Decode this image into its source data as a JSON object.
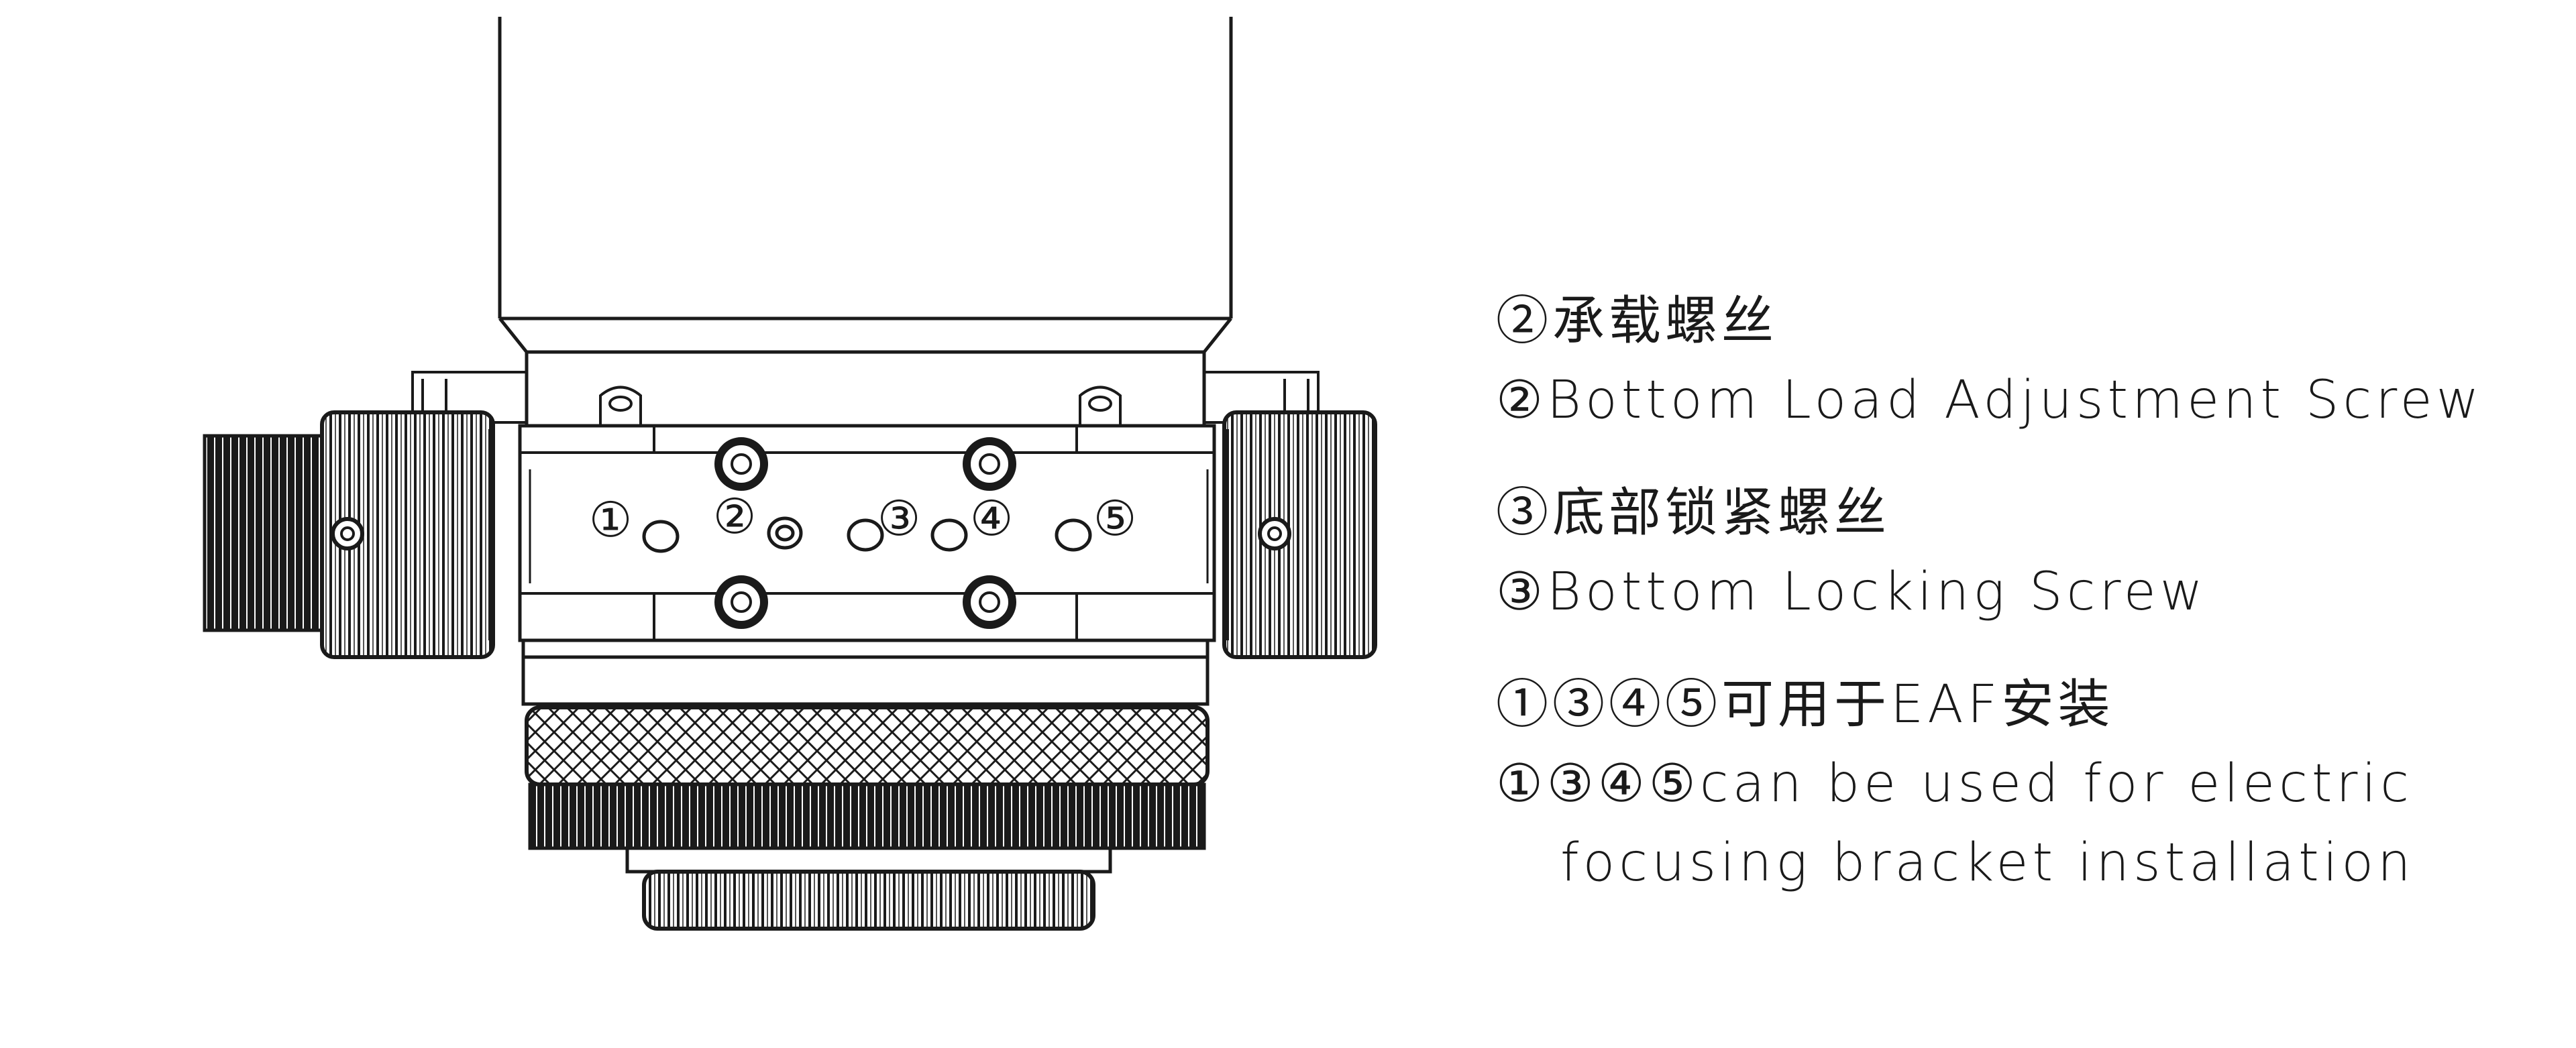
{
  "callouts": [
    "①",
    "②",
    "③",
    "④",
    "⑤"
  ],
  "legend": {
    "load_cn": "②承载螺丝",
    "load_en": "②Bottom Load Adjustment Screw",
    "lock_cn": "③底部锁紧螺丝",
    "lock_en": "③Bottom Locking Screw",
    "eaf_cn": "①③④⑤可用于EAF安装",
    "eaf_en_1": "①③④⑤can be used for electric",
    "eaf_en_2": "focusing bracket installation"
  },
  "colors": {
    "ink": "#1a1a1a",
    "background": "#ffffff"
  }
}
